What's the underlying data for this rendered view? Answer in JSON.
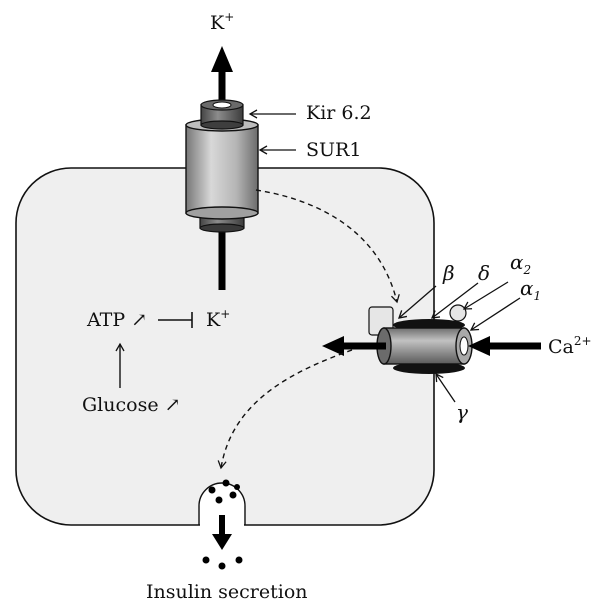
{
  "labels": {
    "k_top_base": "K",
    "k_top_sup": "+",
    "kir62": "Kir 6.2",
    "sur1": "SUR1",
    "atp": "ATP",
    "atp_increase_arrow": "↗",
    "k_in_base": "K",
    "k_in_sup": "+",
    "glucose": "Glucose",
    "glucose_increase_arrow": "↗",
    "beta": "β",
    "delta": "δ",
    "alpha2_base": "α",
    "alpha2_sub": "2",
    "alpha1_base": "α",
    "alpha1_sub": "1",
    "ca_base": "Ca",
    "ca_sup": "2+",
    "gamma": "γ",
    "insulin_secretion": "Insulin secretion"
  },
  "icons": {
    "cell": "cell-membrane",
    "katp_channel": "katp-channel-cylinder",
    "calcium_channel": "calcium-channel-cylinder",
    "vesicle": "insulin-vesicle"
  },
  "colors": {
    "cell_fill": "#efefef",
    "stroke": "#111111",
    "channel_mid": "#9a9a9a",
    "channel_light": "#d4d4d4",
    "channel_dark": "#555555"
  }
}
